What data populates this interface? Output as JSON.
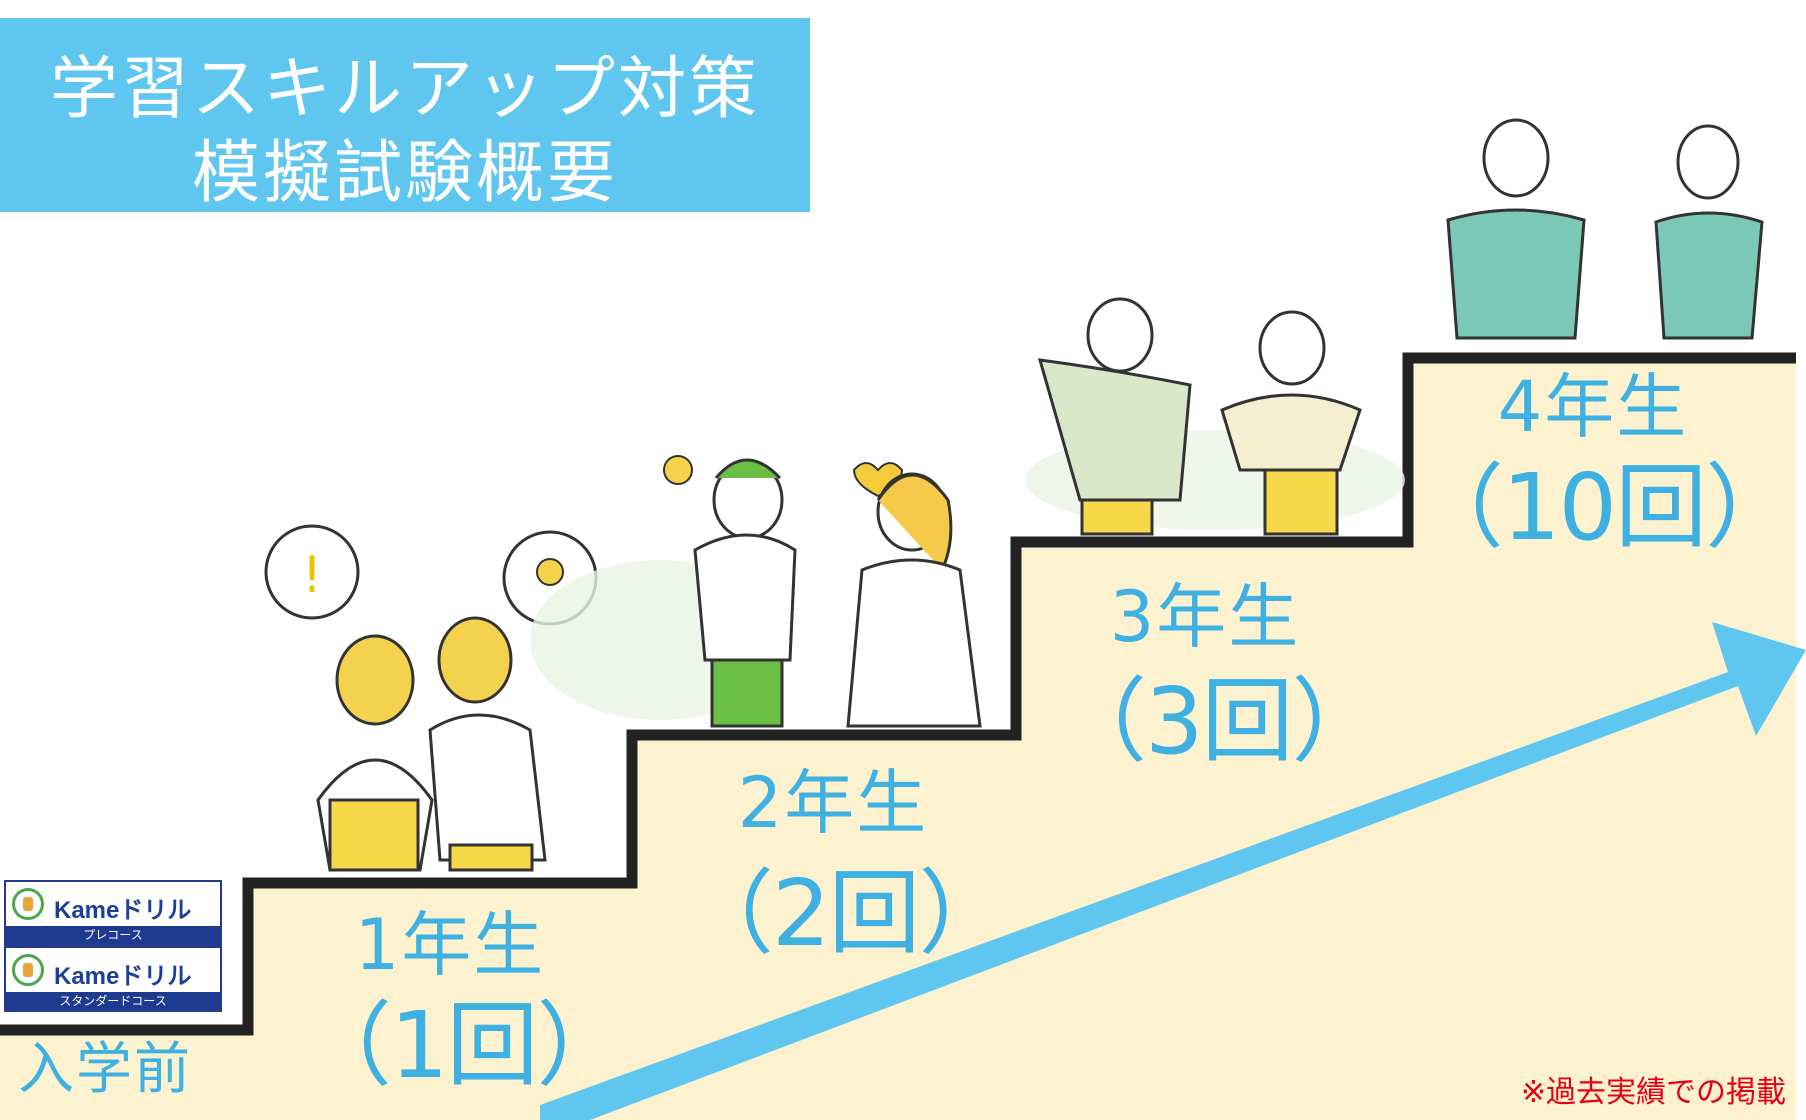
{
  "title": {
    "line1": "学習スキルアップ対策",
    "line2": "模擬試験概要"
  },
  "stages": [
    {
      "year": "1年生",
      "count": "（1回）"
    },
    {
      "year": "2年生",
      "count": "（2回）"
    },
    {
      "year": "3年生",
      "count": "（3回）"
    },
    {
      "year": "4年生",
      "count": "（10回）"
    }
  ],
  "entry_label": "入学前",
  "logos": [
    {
      "name": "Kameドリル",
      "course": "プレコース"
    },
    {
      "name": "Kameドリル",
      "course": "スタンダードコース"
    }
  ],
  "footnote": "※過去実績での掲載",
  "colors": {
    "title_bg": "#5ec6ef",
    "label": "#3eb0e2",
    "stair_fill": "#fdf2d0",
    "arrow": "#5ec6ef",
    "note": "#e60012"
  }
}
